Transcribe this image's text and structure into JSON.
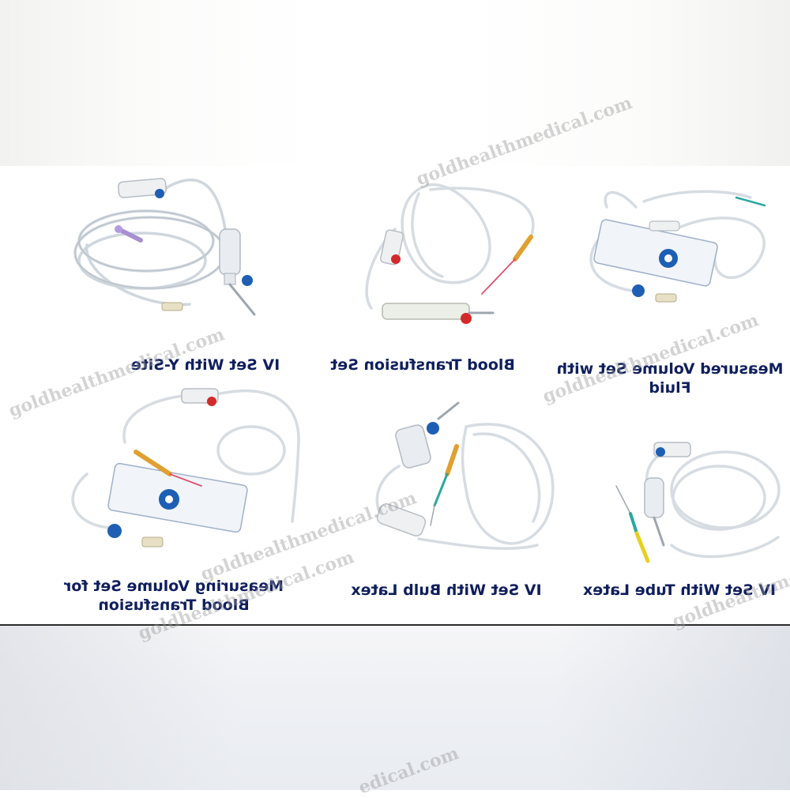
{
  "captions": [
    {
      "id": "iv-set-y-site",
      "text": "IV Set With Y-Site"
    },
    {
      "id": "blood-transfusion-set",
      "text": "Blood Transfusion Set"
    },
    {
      "id": "measured-volume-set",
      "text": "Measured Volume Set with\nFluid"
    },
    {
      "id": "measuring-volume-set-blood",
      "text": "Measuring Volume Set for\nBlood Transfusion"
    },
    {
      "id": "iv-set-bulb-latex",
      "text": "IV Set With Bulb Latex"
    },
    {
      "id": "iv-set-tube-latex",
      "text": "IV Set With Tube Latex"
    }
  ],
  "watermarks": {
    "w1": "goldhealthmedical.com",
    "w2": "goldhealthmedical.com",
    "w3": "goldhealthmedical.com",
    "w4": "goldhealthmedical.com",
    "w5": "goldhealthmedical.com",
    "w6": "goldhealthme",
    "w7": "edical.com"
  },
  "colors": {
    "caption_text": "#0f1e5e",
    "clamp_blue": "#1e5fb5",
    "spike_orange": "#e0a030",
    "needle_teal": "#2aa8a0",
    "cap_red": "#d22a2a"
  }
}
